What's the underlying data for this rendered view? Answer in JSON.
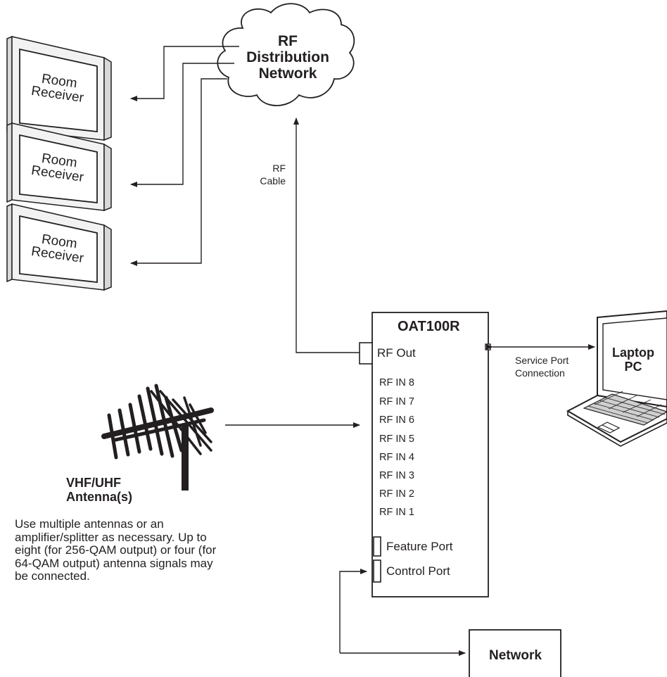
{
  "receivers": [
    {
      "line1": "Room",
      "line2": "Receiver"
    },
    {
      "line1": "Room",
      "line2": "Receiver"
    },
    {
      "line1": "Room",
      "line2": "Receiver"
    }
  ],
  "cloud": {
    "line1": "RF",
    "line2": "Distribution",
    "line3": "Network"
  },
  "rf_cable": {
    "line1": "RF",
    "line2": "Cable"
  },
  "device": {
    "title": "OAT100R",
    "rf_out": "RF Out",
    "rf_inputs": [
      "RF IN 8",
      "RF IN 7",
      "RF IN 6",
      "RF IN 5",
      "RF IN 4",
      "RF IN 3",
      "RF IN 2",
      "RF IN 1"
    ],
    "feature_port": "Feature Port",
    "control_port": "Control Port"
  },
  "service_port": {
    "line1": "Service Port",
    "line2": "Connection"
  },
  "laptop": {
    "line1": "Laptop",
    "line2": "PC"
  },
  "antenna": {
    "line1": "VHF/UHF",
    "line2": "Antenna(s)"
  },
  "note": "Use multiple antennas or an amplifier/splitter as necessary. Up to eight (for 256-QAM output) or four (for 64-QAM output) antenna signals may be connected.",
  "network": {
    "label": "Network"
  }
}
